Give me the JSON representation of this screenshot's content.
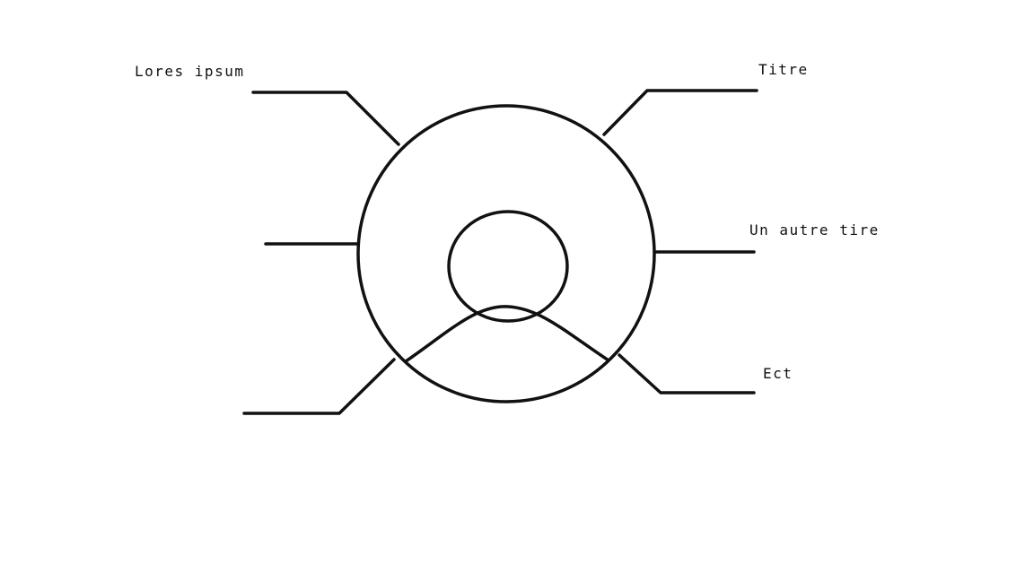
{
  "diagram": {
    "labels": {
      "top_left": "Lores ipsum",
      "top_right": "Titre",
      "middle_right": "Un autre tire",
      "bottom_right": "Ect"
    }
  },
  "colors": {
    "ink": "#111111",
    "background": "#ffffff"
  }
}
